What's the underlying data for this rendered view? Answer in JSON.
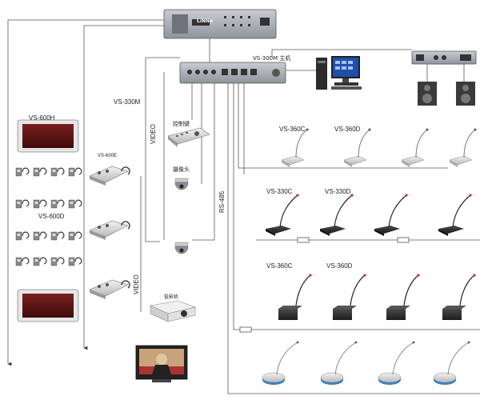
{
  "labels": {
    "vs600h": "VS-600H",
    "vs600d": "VS-600D",
    "vs600e": "VS-600E",
    "vs330m": "VS-330M",
    "video_left": "VIDEO",
    "video_bottom": "VIDEO",
    "rs485": "RS-485",
    "host": "VS-300M 主机",
    "keyboard": "控制键",
    "camera": "摄像头",
    "projector": "投影机",
    "vs360c_top": "VS-360C",
    "vs360d_top": "VS-360D",
    "vs330c": "VS-330C",
    "vs330d": "VS-330D",
    "vs360c_mid": "VS-360C",
    "vs360d_mid": "VS-360D",
    "brand": "LiNNo"
  },
  "colors": {
    "line": "#555555",
    "led_panel": "#5a1414",
    "rack": "#a9acb3",
    "rack_dark": "#7b7f86",
    "mic_base": "#333333",
    "mic_base_light": "#dddddd",
    "mic_head": "#c0392b",
    "gooseneck_blue": "#3f7fbf",
    "screen_blue": "#1f4fa8"
  }
}
